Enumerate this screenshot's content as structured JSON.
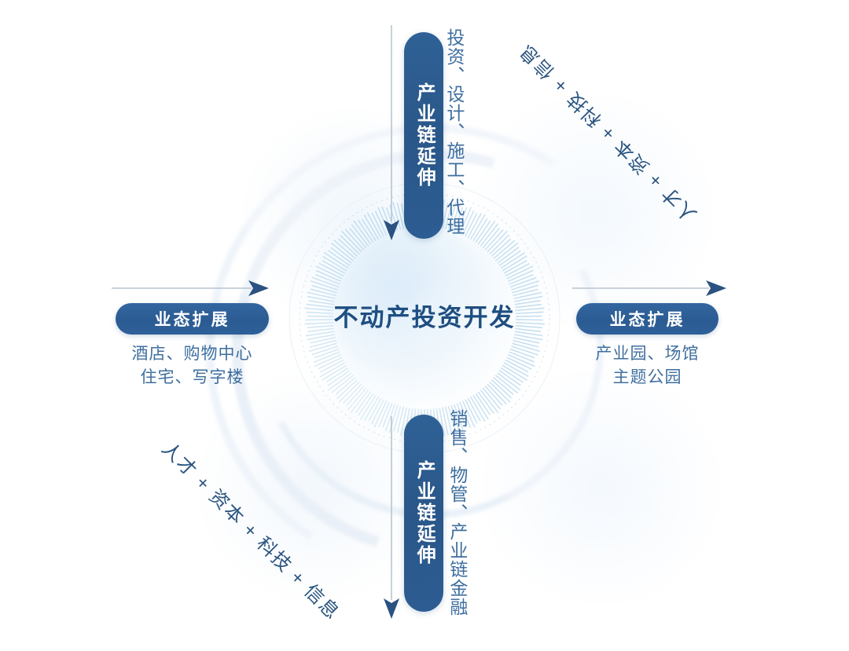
{
  "center": {
    "title": "不动产投资开发"
  },
  "pills": {
    "top": {
      "label": "产业链延伸",
      "caption": "投资、设计、施工、代理"
    },
    "bottom": {
      "label": "产业链延伸",
      "caption": "销售、物管、产业链金融"
    }
  },
  "badges": {
    "left": {
      "label": "业态扩展",
      "caption_line1": "酒店、购物中心",
      "caption_line2": "住宅、写字楼"
    },
    "right": {
      "label": "业态扩展",
      "caption_line1": "产业园、场馆",
      "caption_line2": "主题公园"
    }
  },
  "diagonals": {
    "bottom_left": "人才 + 资本 + 科技 + 信息",
    "top_right": "人才 + 资本 + 科技 + 信息"
  },
  "colors": {
    "pill_blue": "#2c5c92",
    "badge_blue": "#2e6099",
    "title_navy": "#1e4e81",
    "caption_blue": "#3f6f9f",
    "diagonal_navy": "#2a5480",
    "arrow_line": "#b9c4cf",
    "arrow_head": "#2b5280",
    "burst_tick": "#bfdcef",
    "background": "#ffffff"
  },
  "chart_data": {
    "type": "diagram",
    "title": "不动产投资开发",
    "layout": "radial hub-and-spoke with four directional arrows",
    "nodes": [
      {
        "position": "center",
        "label": "不动产投资开发"
      },
      {
        "position": "top",
        "label": "产业链延伸",
        "detail": "投资、设计、施工、代理",
        "arrow": "down"
      },
      {
        "position": "bottom",
        "label": "产业链延伸",
        "detail": "销售、物管、产业链金融",
        "arrow": "down"
      },
      {
        "position": "left",
        "label": "业态扩展",
        "detail": "酒店、购物中心 / 住宅、写字楼",
        "arrow": "right"
      },
      {
        "position": "right",
        "label": "业态扩展",
        "detail": "产业园、场馆 / 主题公园",
        "arrow": "right"
      },
      {
        "position": "bottom-left-diagonal",
        "label": "人才 + 资本 + 科技 + 信息"
      },
      {
        "position": "top-right-diagonal",
        "label": "人才 + 资本 + 科技 + 信息"
      }
    ]
  }
}
